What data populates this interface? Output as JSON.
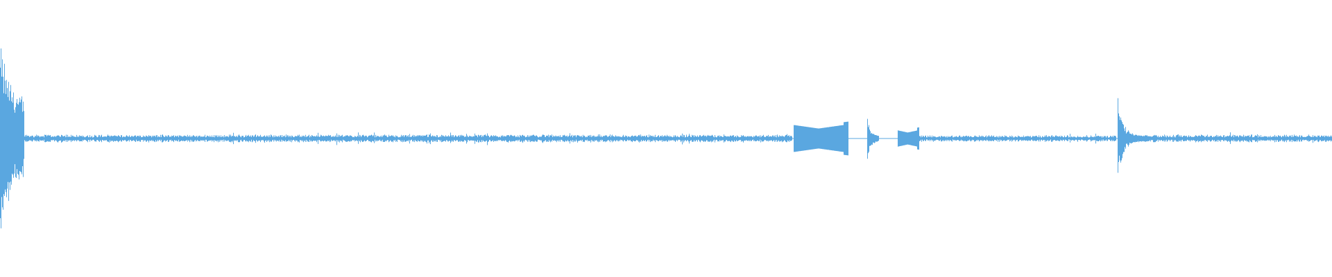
{
  "waveform": {
    "color": "#5aa7e0",
    "background": "#ffffff",
    "segments": [
      {
        "label": "initial-burst",
        "start": 0.0,
        "end": 0.018,
        "peak": 0.75
      },
      {
        "label": "noise-floor",
        "start": 0.018,
        "end": 0.595,
        "peak": 0.03
      },
      {
        "label": "tone-block-1",
        "start": 0.596,
        "end": 0.637,
        "peak": 0.1
      },
      {
        "label": "small-spike",
        "start": 0.651,
        "end": 0.66,
        "peak": 0.15
      },
      {
        "label": "tone-block-2",
        "start": 0.674,
        "end": 0.69,
        "peak": 0.06
      },
      {
        "label": "noise-floor-2",
        "start": 0.69,
        "end": 0.838,
        "peak": 0.025
      },
      {
        "label": "transient",
        "start": 0.839,
        "end": 0.86,
        "peak": 0.3
      },
      {
        "label": "tail-noise",
        "start": 0.86,
        "end": 1.0,
        "peak": 0.03
      }
    ]
  }
}
